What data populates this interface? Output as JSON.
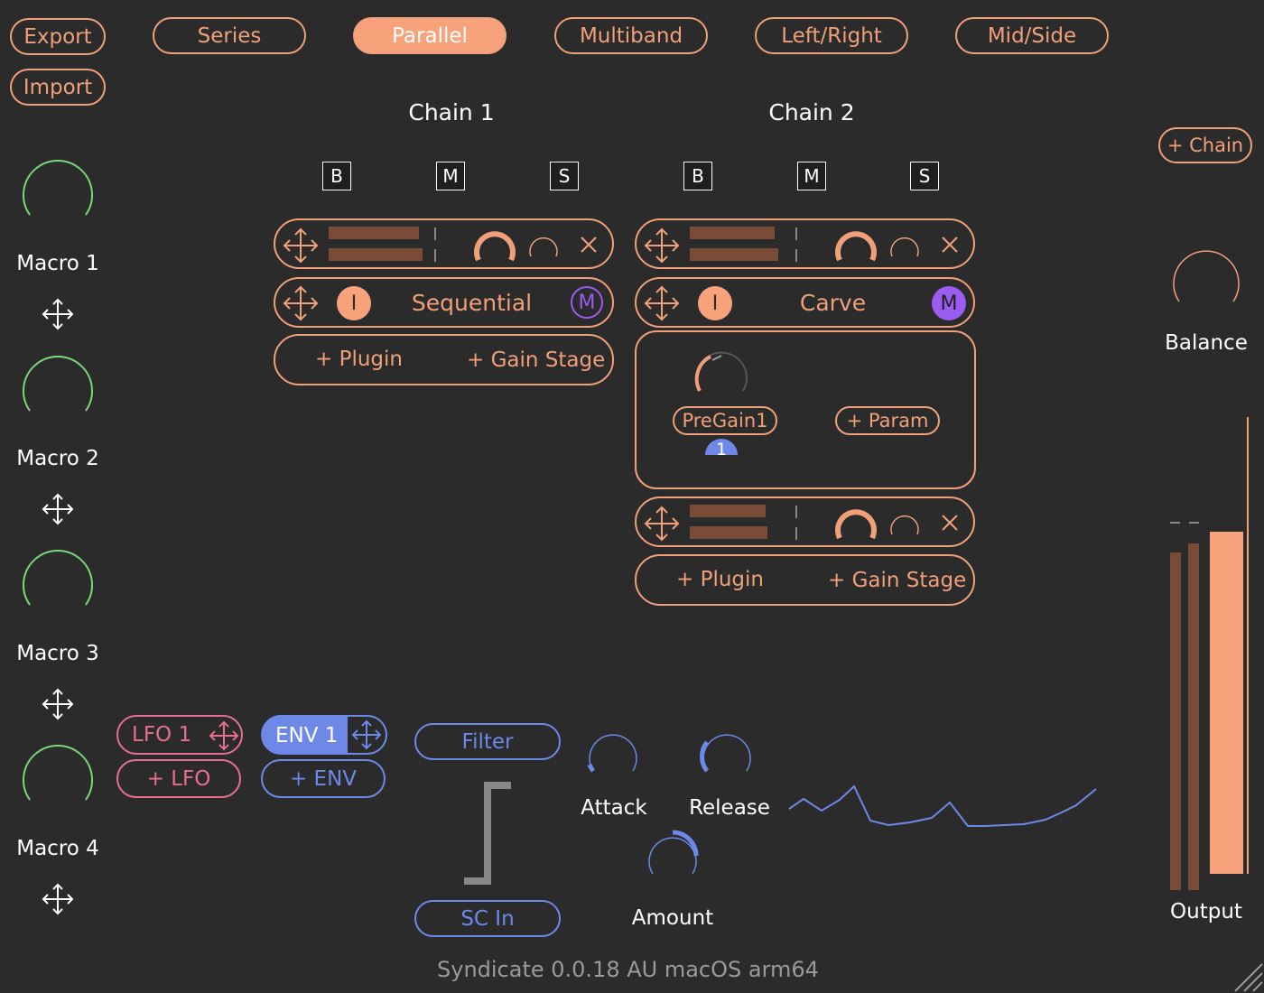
{
  "toolbar": {
    "export_label": "Export",
    "import_label": "Import",
    "routing_modes": [
      {
        "label": "Series",
        "active": false
      },
      {
        "label": "Parallel",
        "active": true
      },
      {
        "label": "Multiband",
        "active": false
      },
      {
        "label": "Left/Right",
        "active": false
      },
      {
        "label": "Mid/Side",
        "active": false
      }
    ],
    "add_chain_label": "+ Chain"
  },
  "macros": [
    {
      "label": "Macro 1"
    },
    {
      "label": "Macro 2"
    },
    {
      "label": "Macro 3"
    },
    {
      "label": "Macro 4"
    }
  ],
  "chains": [
    {
      "title": "Chain 1",
      "buttons": [
        "B",
        "M",
        "S"
      ],
      "mod_slot": {
        "name": "Sequential",
        "left_button": "I",
        "right_button": "M"
      },
      "add_plugin_label": "+ Plugin",
      "add_gain_label": "+ Gain Stage"
    },
    {
      "title": "Chain 2",
      "buttons": [
        "B",
        "M",
        "S"
      ],
      "mod_slot": {
        "name": "Carve",
        "left_button": "I",
        "right_button": "M"
      },
      "param_panel": {
        "param_label": "PreGain1",
        "param_badge": "1",
        "add_param_label": "+ Param"
      },
      "add_plugin_label": "+ Plugin",
      "add_gain_label": "+ Gain Stage"
    }
  ],
  "right_panel": {
    "balance_label": "Balance",
    "output_label": "Output"
  },
  "modulation": {
    "lfo_label": "LFO 1",
    "add_lfo_label": "+ LFO",
    "env_label": "ENV 1",
    "add_env_label": "+ ENV",
    "filter_label": "Filter",
    "sc_in_label": "SC In",
    "attack_label": "Attack",
    "release_label": "Release",
    "amount_label": "Amount"
  },
  "footer": {
    "version_text": "Syndicate 0.0.18 AU macOS arm64"
  },
  "colors": {
    "accent": "#f0a078",
    "green": "#7ed67a",
    "blue": "#6e88e8",
    "pink": "#e5708e",
    "purple": "#9b5cf0",
    "bar": "#7a4c38"
  }
}
